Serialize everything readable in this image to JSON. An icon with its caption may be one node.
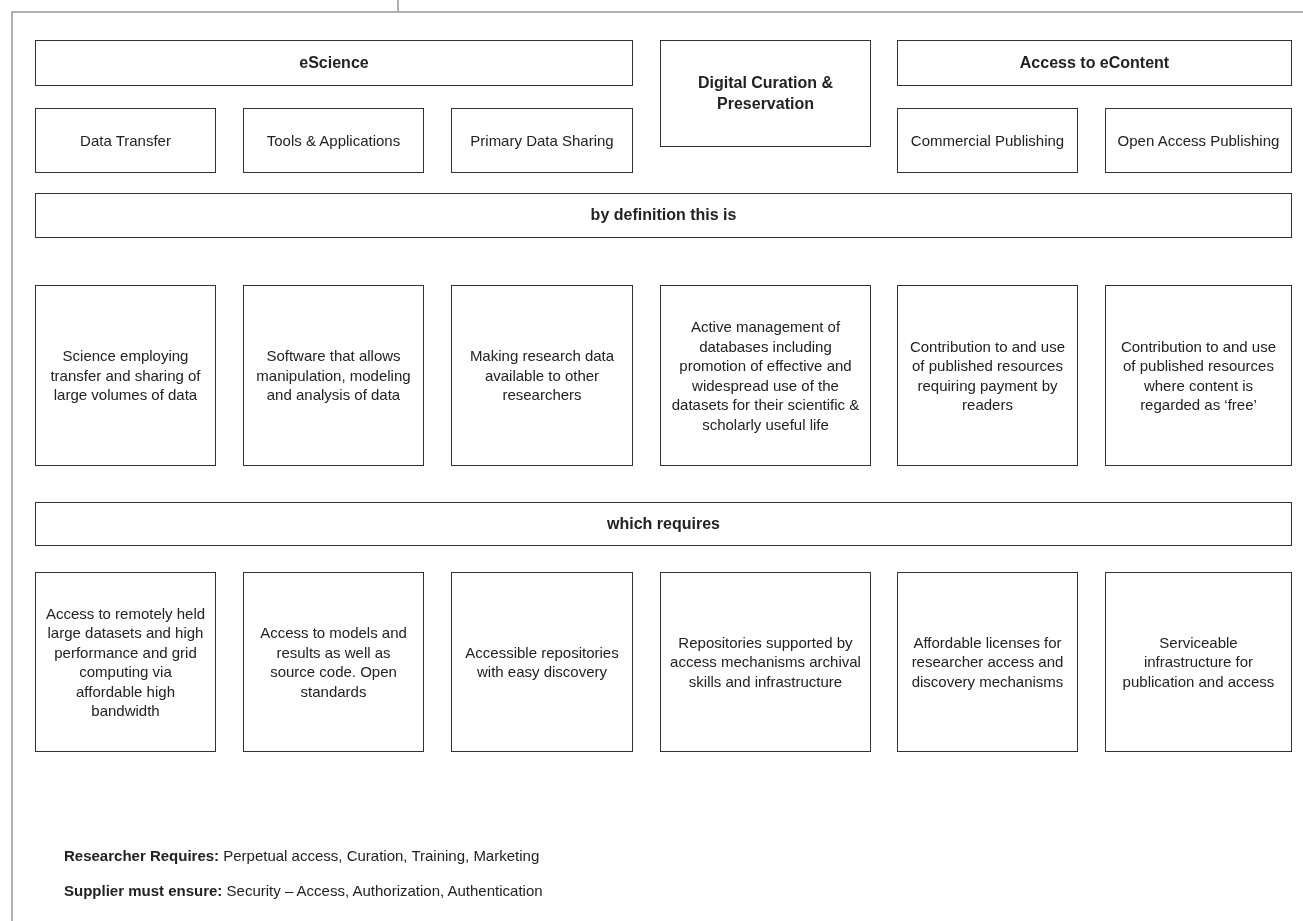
{
  "diagram": {
    "nodes": [
      {
        "text": [
          "eScience"
        ]
      },
      {
        "text": [
          "Digital Curation & Preservation"
        ]
      },
      {
        "text": [
          "Access to eContent"
        ]
      },
      {
        "text": [
          "Data Transfer"
        ]
      },
      {
        "text": [
          "Tools & Applications"
        ]
      },
      {
        "text": [
          "Primary Data Sharing"
        ]
      },
      {
        "text": [
          "Commercial Publishing"
        ]
      },
      {
        "text": [
          "Open Access Publishing"
        ]
      },
      {
        "text": [
          "by definition this is"
        ]
      },
      {
        "text": [
          "Science employing transfer and sharing of large volumes of data"
        ]
      },
      {
        "text": [
          "Software that allows manipulation, modeling and analysis of data"
        ]
      },
      {
        "text": [
          "Making research data available to other researchers"
        ]
      },
      {
        "text": [
          "Active management of databases including promotion of effective and widespread use of the datasets for their scientific & scholarly useful life"
        ]
      },
      {
        "text": [
          "Contribution to and use of published resources requiring payment by readers"
        ]
      },
      {
        "text": [
          "Contribution to and use of published resources where content is regarded as ‘free’"
        ]
      },
      {
        "text": [
          "which requires"
        ]
      },
      {
        "text": [
          "Access to remotely held large datasets and high performance and grid computing via affordable high bandwidth"
        ]
      },
      {
        "text": [
          "Access to models and results as well as source code. Open standards"
        ]
      },
      {
        "text": [
          "Accessible repositories with easy discovery"
        ]
      },
      {
        "text": [
          "Repositories supported by access mechanisms archival skills and infrastructure"
        ]
      },
      {
        "text": [
          "Affordable licenses for researcher access and discovery mechanisms"
        ]
      },
      {
        "text": [
          "Serviceable infrastructure for publication and access"
        ]
      }
    ],
    "labels": [
      "**Researcher Requires:** Perpetual access, Curation, Training, Marketing",
      "**Supplier must ensure:** Security – Access, Authorization, Authentication"
    ]
  }
}
